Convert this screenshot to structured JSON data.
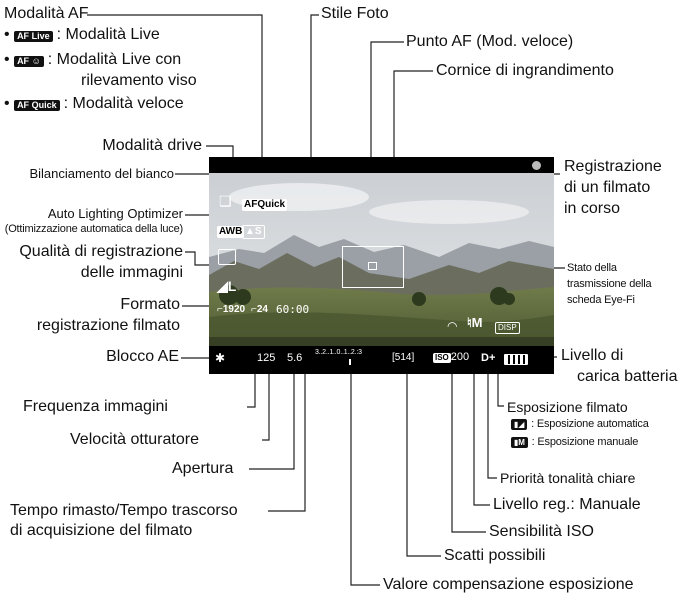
{
  "labels": {
    "modalita_af": "Modalità AF",
    "af_bullets": [
      {
        "icon_a": "AF",
        "icon_b": "Live",
        "text": ": Modalità Live"
      },
      {
        "icon_a": "AF",
        "icon_b": "☺",
        "text": ": Modalità Live con",
        "text2": "rilevamento viso"
      },
      {
        "icon_a": "AF",
        "icon_b": "Quick",
        "text": ": Modalità veloce"
      }
    ],
    "stile_foto": "Stile Foto",
    "punto_af": "Punto AF (Mod. veloce)",
    "cornice": "Cornice di ingrandimento",
    "modalita_drive": "Modalità drive",
    "bilanciamento": "Bilanciamento del bianco",
    "alo": "Auto Lighting Optimizer",
    "alo_sub": "(Ottimizzazione automatica della luce)",
    "qualita_1": "Qualità di registrazione",
    "qualita_2": "delle immagini",
    "formato_1": "Formato",
    "formato_2": "registrazione filmato",
    "blocco_ae": "Blocco AE",
    "frequenza": "Frequenza immagini",
    "velocita": "Velocità otturatore",
    "apertura": "Apertura",
    "tempo_1": "Tempo rimasto/Tempo trascorso",
    "tempo_2": "di acquisizione del filmato",
    "registrazione_1": "Registrazione",
    "registrazione_2": "di un filmato",
    "registrazione_3": "in corso",
    "eyefi_1": "Stato della",
    "eyefi_2": "trasmissione della",
    "eyefi_3": "scheda Eye-Fi",
    "livello_1": "Livello di",
    "livello_2": "carica batteria",
    "esposizione_filmato": "Esposizione filmato",
    "esp_auto": ": Esposizione automatica",
    "esp_manuale": ": Esposizione manuale",
    "priorita": "Priorità tonalità chiare",
    "livello_reg": "Livello reg.: Manuale",
    "sensibilita": "Sensibilità ISO",
    "scatti": "Scatti possibili",
    "valore_comp": "Valore compensazione esposizione"
  },
  "screen": {
    "drive": "❏",
    "af_quick": "AFQuick",
    "awb": "AWB",
    "picture_style": "S",
    "quality": "L",
    "movie_size": "1920",
    "frame_rate": "24",
    "time": "60:00",
    "ae_lock": "✱",
    "shutter": "125",
    "aperture": "5.6",
    "exposure_scale": "3..2..1..0..1..2.:3",
    "shots": "[514]",
    "iso_label": "ISO",
    "iso": "200",
    "highlight": "D+",
    "rec_level": "M",
    "movie_exp": "DISP"
  }
}
